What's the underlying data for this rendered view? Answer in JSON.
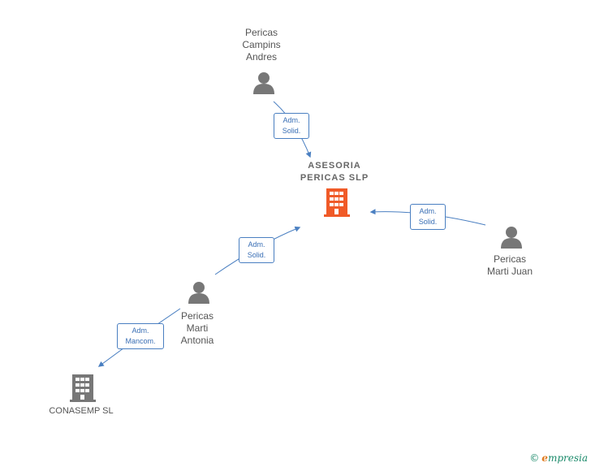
{
  "nodes": {
    "main_company": {
      "line1": "ASESORIA",
      "line2": "PERICAS  SLP",
      "color": "#f05a28"
    },
    "person_andres": {
      "line1": "Pericas",
      "line2": "Campins",
      "line3": "Andres"
    },
    "person_juan": {
      "line1": "Pericas",
      "line2": "Marti Juan"
    },
    "person_antonia": {
      "line1": "Pericas",
      "line2": "Marti",
      "line3": "Antonia"
    },
    "company_conasemp": {
      "line1": "CONASEMP  SL"
    }
  },
  "edges": {
    "andres_to_main": {
      "line1": "Adm.",
      "line2": "Solid."
    },
    "juan_to_main": {
      "line1": "Adm.",
      "line2": "Solid."
    },
    "antonia_to_main": {
      "line1": "Adm.",
      "line2": "Solid."
    },
    "antonia_to_conasemp": {
      "line1": "Adm.",
      "line2": "Mancom."
    }
  },
  "colors": {
    "edge": "#4a7fc1",
    "person_icon": "#777777",
    "company_icon": "#777777"
  },
  "footer": {
    "copyright_symbol": "©",
    "brand_initial": "e",
    "brand_rest": "mpresia"
  }
}
